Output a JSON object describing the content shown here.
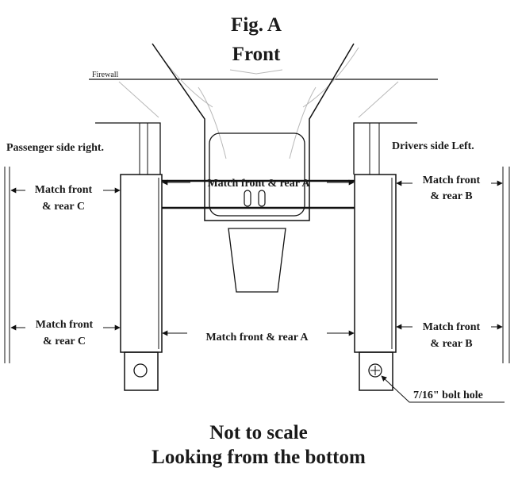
{
  "figure": {
    "title": "Fig. A",
    "subtitle": "Front",
    "firewall_label": "Firewall",
    "passenger_label": "Passenger side right.",
    "driver_label": "Drivers side Left.",
    "match_a_top": "Match front & rear A",
    "match_a_bottom": "Match front & rear A",
    "match_b_top": [
      "Match front",
      "& rear B"
    ],
    "match_b_bottom": [
      "Match front",
      "& rear B"
    ],
    "match_c_top": [
      "Match front",
      "& rear C"
    ],
    "match_c_bottom": [
      "Match front",
      "& rear C"
    ],
    "bolt_hole_label": "7/16\" bolt hole",
    "footer_line1": "Not to scale",
    "footer_line2": "Looking from the bottom"
  }
}
